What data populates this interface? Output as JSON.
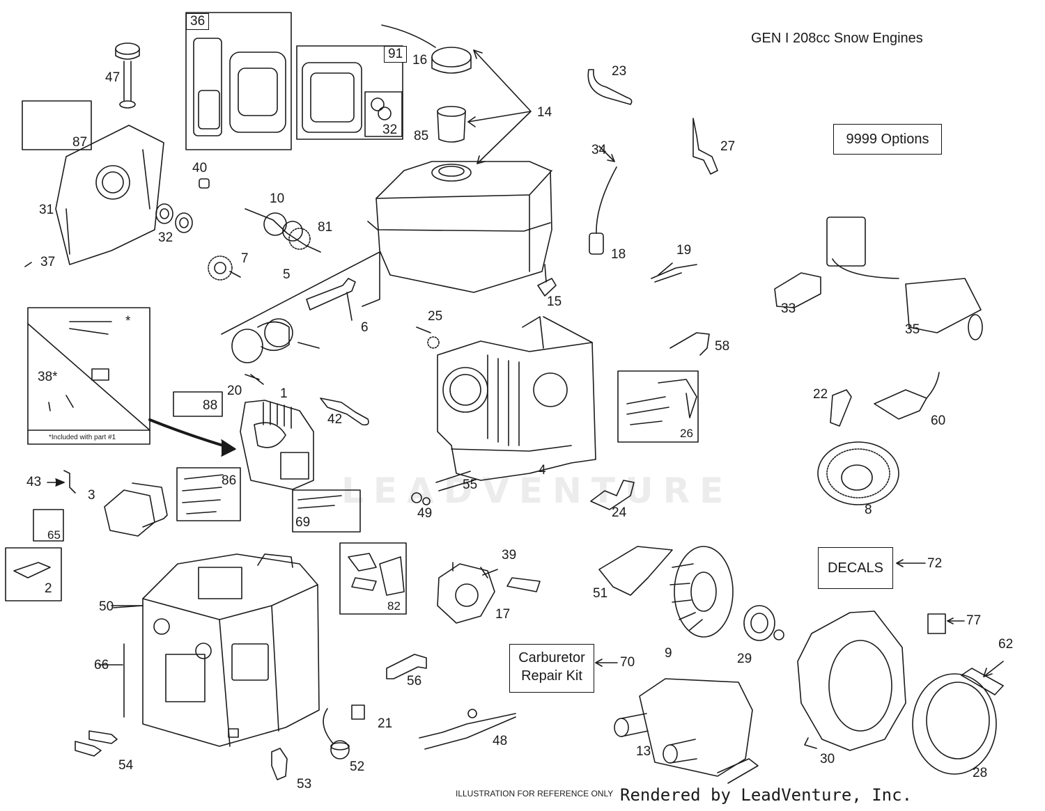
{
  "title": "GEN I 208cc Snow Engines",
  "options_box": "9999  Options",
  "decals_box": "DECALS",
  "carb_kit_box": [
    "Carburetor",
    "Repair Kit"
  ],
  "included_note": "*Included with part #1",
  "asterisk": "*",
  "watermark": "LEADVENTURE",
  "footer_reference": "ILLUSTRATION FOR REFERENCE ONLY",
  "footer_rendered": "Rendered by LeadVenture, Inc.",
  "callouts": {
    "p1": "1",
    "p2": "2",
    "p3": "3",
    "p4": "4",
    "p5": "5",
    "p6": "6",
    "p7": "7",
    "p8": "8",
    "p9": "9",
    "p10": "10",
    "p13": "13",
    "p14": "14",
    "p15": "15",
    "p16": "16",
    "p17": "17",
    "p18": "18",
    "p19": "19",
    "p20": "20",
    "p21": "21",
    "p22": "22",
    "p23": "23",
    "p24": "24",
    "p25": "25",
    "p26": "26",
    "p27": "27",
    "p28": "28",
    "p29": "29",
    "p30": "30",
    "p31": "31",
    "p32a": "32",
    "p32b": "32",
    "p33": "33",
    "p34": "34",
    "p35": "35",
    "p36": "36",
    "p37": "37",
    "p38": "38*",
    "p39": "39",
    "p40": "40",
    "p42": "42",
    "p43": "43",
    "p47": "47",
    "p48": "48",
    "p49": "49",
    "p50": "50",
    "p51": "51",
    "p52": "52",
    "p53": "53",
    "p54": "54",
    "p55": "55",
    "p56": "56",
    "p58": "58",
    "p60": "60",
    "p62": "62",
    "p65": "65",
    "p66": "66",
    "p69": "69",
    "p70": "70",
    "p72": "72",
    "p77": "77",
    "p81": "81",
    "p82": "82",
    "p85": "85",
    "p86": "86",
    "p87": "87",
    "p88": "88",
    "p91": "91"
  },
  "colors": {
    "line": "#1a1a1a",
    "fill": "#ffffff",
    "shade": "#d8d8d8",
    "watermark": "#ececec"
  }
}
